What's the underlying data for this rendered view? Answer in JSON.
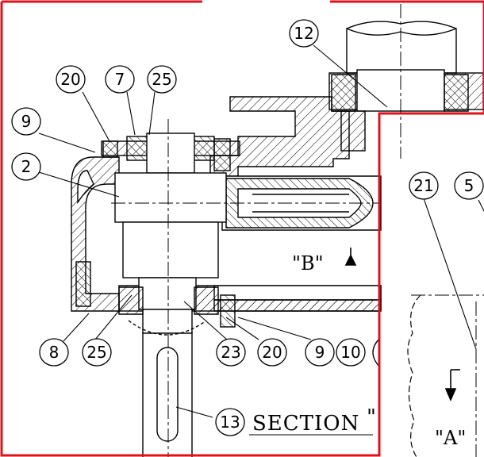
{
  "balloons": {
    "b12": "12",
    "b20_top": "20",
    "b7": "7",
    "b25_top": "25",
    "b9_top": "9",
    "b2": "2",
    "b21": "21",
    "b5": "5",
    "b8": "8",
    "b25_bottom": "25",
    "b23": "23",
    "b20_bottom": "20",
    "b9_bottom": "9",
    "b10": "10",
    "b13": "13"
  },
  "labels": {
    "view_b": "\"B\"",
    "view_a": "\"A\"",
    "section": "SECTION",
    "section_quote": "\""
  },
  "colors": {
    "frame": "#e0101c",
    "ink": "#000000"
  }
}
